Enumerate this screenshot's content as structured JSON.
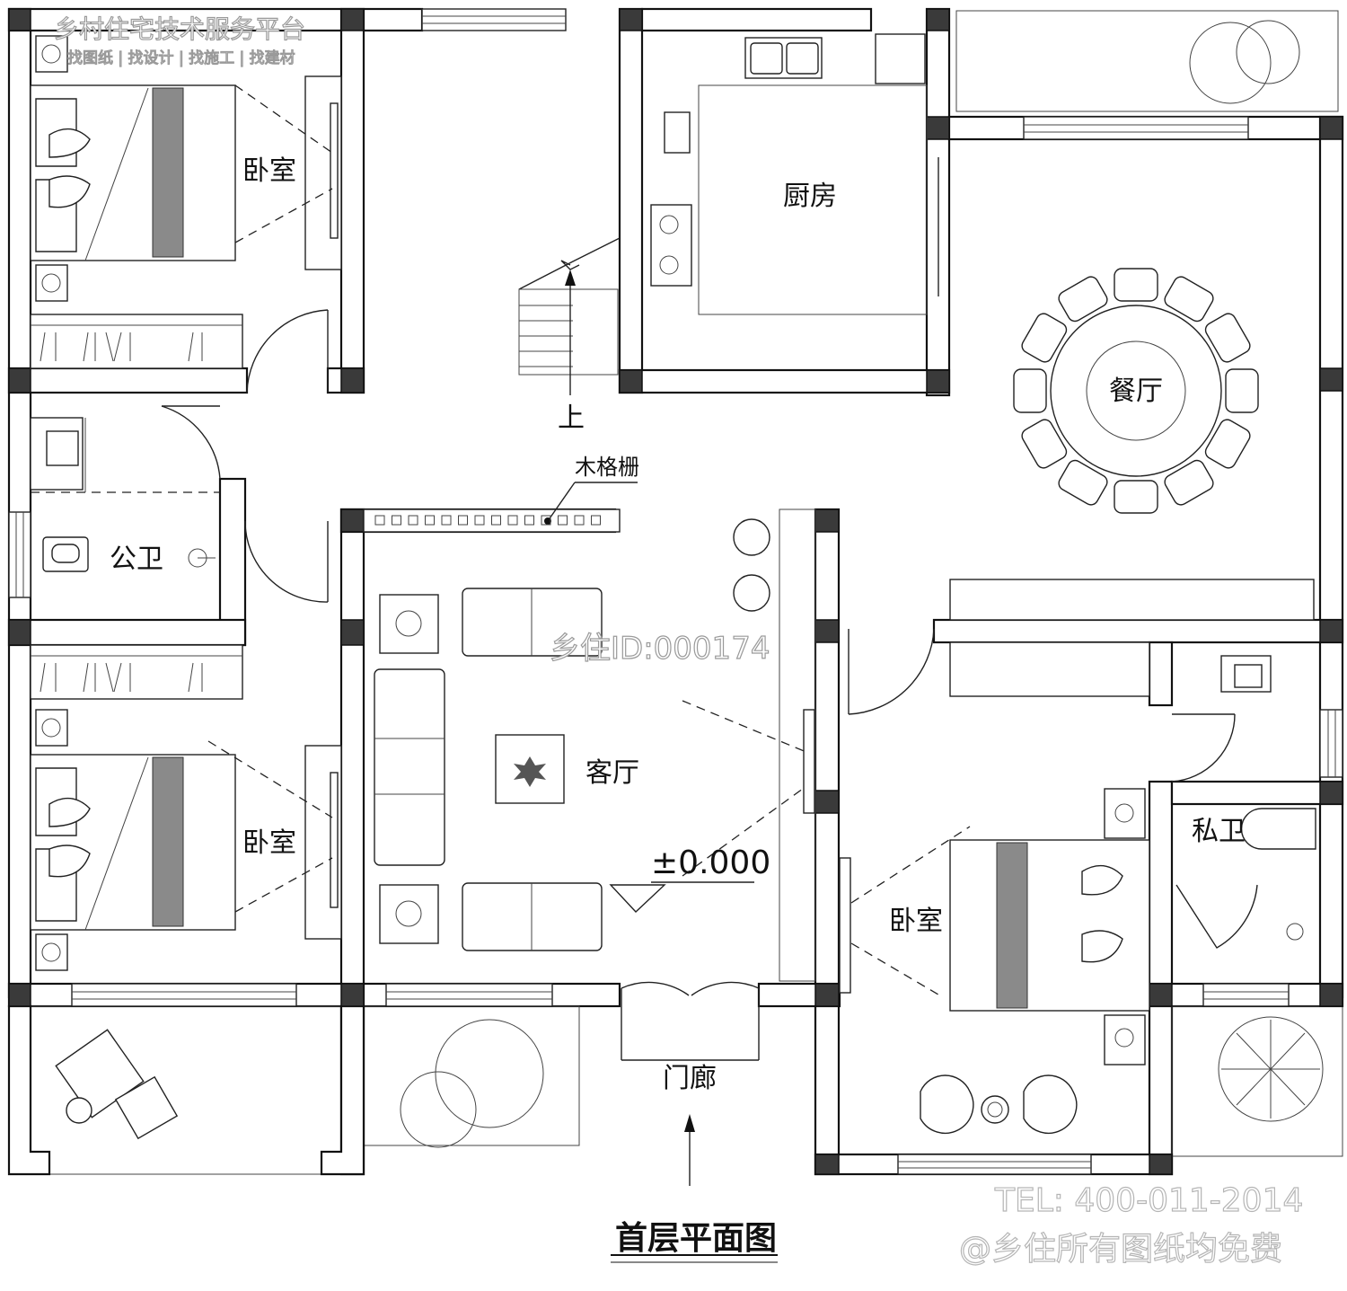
{
  "watermark": {
    "platform_name": "乡村住宅技术服务平台",
    "services": "找图纸 | 找设计 | 找施工 | 找建材",
    "drawing_id": "乡住ID:000174"
  },
  "rooms": {
    "bedroom_nw": "卧室",
    "bedroom_sw": "卧室",
    "bedroom_se": "卧室",
    "kitchen": "厨房",
    "dining": "餐厅",
    "public_bath": "公卫",
    "private_bath": "私卫",
    "living": "客厅",
    "porch": "门廊"
  },
  "annotations": {
    "stair_up": "上",
    "screen_label": "木格栅",
    "level_mark": "±0.000"
  },
  "title": "首层平面图",
  "footer": {
    "tel": "TEL: 400-011-2014",
    "note": "@乡住所有图纸均免费"
  }
}
